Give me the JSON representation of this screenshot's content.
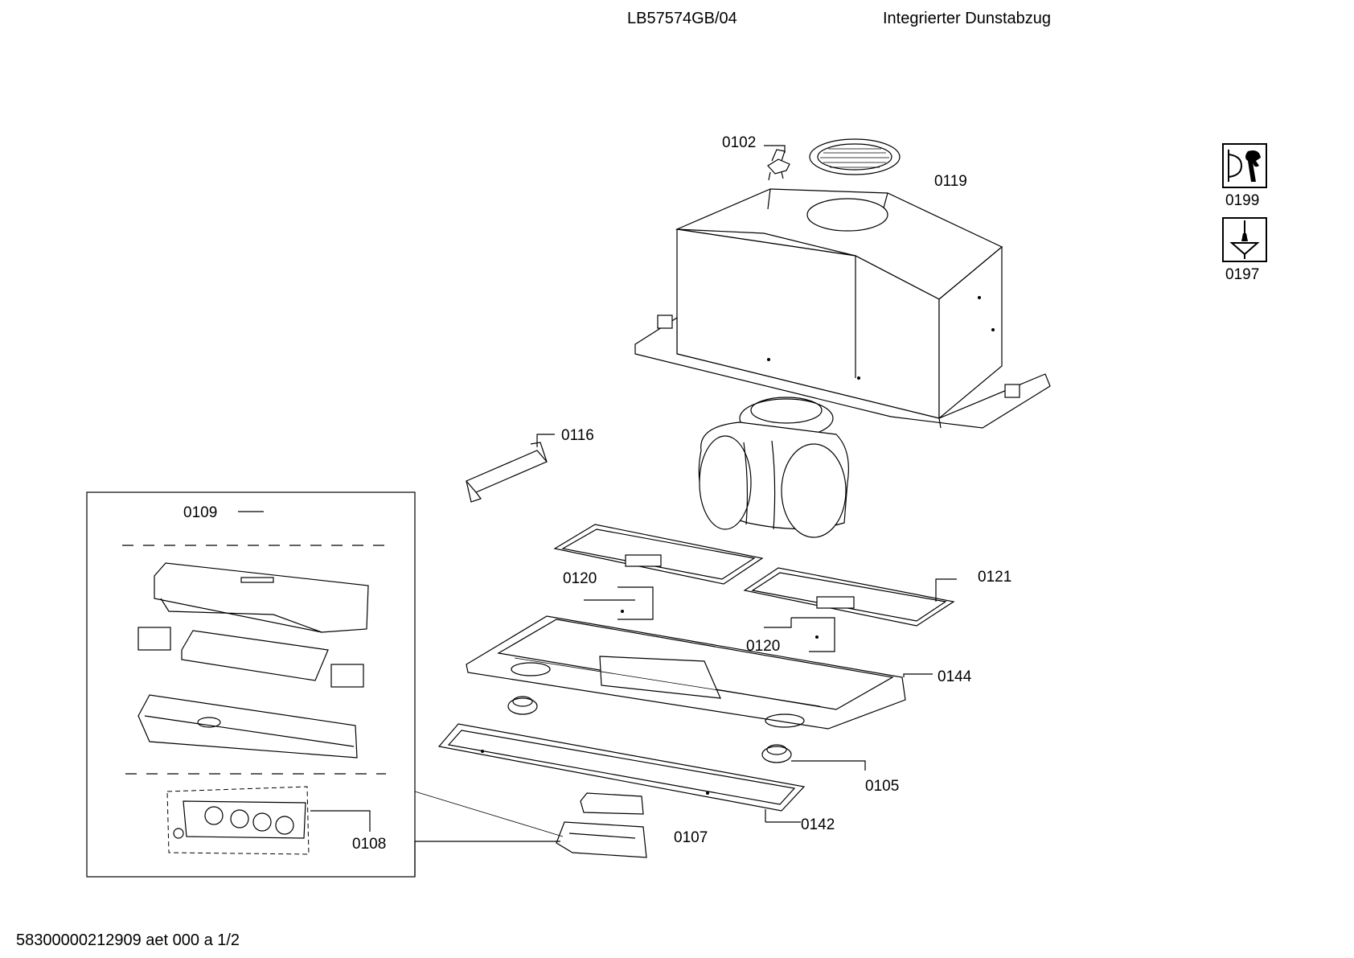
{
  "header": {
    "model": "LB57574GB/04",
    "description": "Integrierter Dunstabzug"
  },
  "footer": {
    "doc_id": "58300000212909 aet 000 a 1/2"
  },
  "icons": [
    {
      "name": "wrench-icon",
      "label": "0199"
    },
    {
      "name": "screw-icon",
      "label": "0197"
    }
  ],
  "parts": [
    {
      "id": "p0102",
      "label": "0102"
    },
    {
      "id": "p0119",
      "label": "0119"
    },
    {
      "id": "p0116",
      "label": "0116"
    },
    {
      "id": "p0109",
      "label": "0109"
    },
    {
      "id": "p0120a",
      "label": "0120"
    },
    {
      "id": "p0121",
      "label": "0121"
    },
    {
      "id": "p0120b",
      "label": "0120"
    },
    {
      "id": "p0144",
      "label": "0144"
    },
    {
      "id": "p0105",
      "label": "0105"
    },
    {
      "id": "p0108",
      "label": "0108"
    },
    {
      "id": "p0107",
      "label": "0107"
    },
    {
      "id": "p0142",
      "label": "0142"
    }
  ]
}
